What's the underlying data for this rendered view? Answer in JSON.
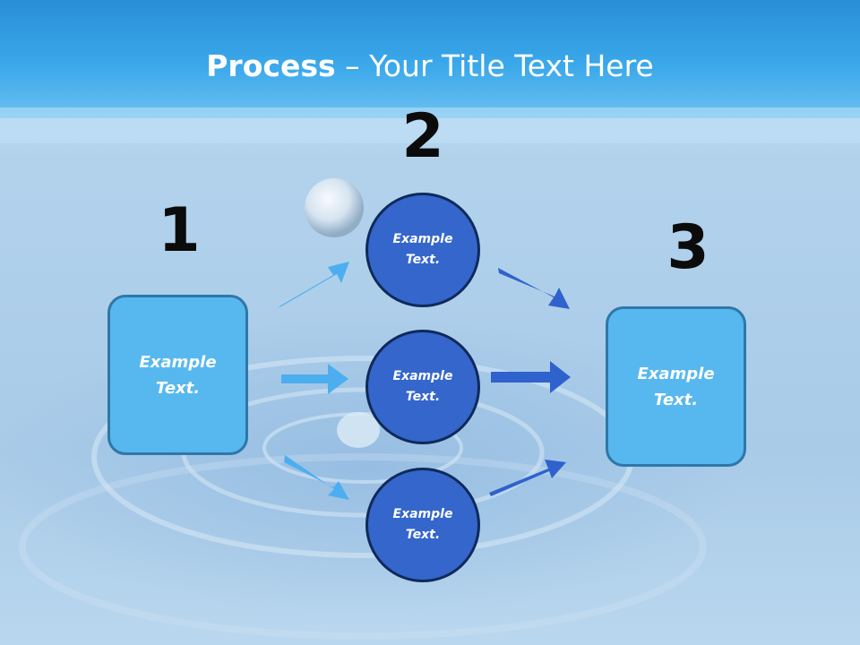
{
  "slide": {
    "title_bold": "Process",
    "title_rest": " – Your Title Text Here"
  },
  "steps": [
    {
      "number": "1",
      "label": "Example\nText."
    },
    {
      "number": "2",
      "label": "Example\nText."
    },
    {
      "number": "3",
      "label": "Example\nText."
    }
  ],
  "nodes": [
    {
      "label": "Example\nText."
    },
    {
      "label": "Example\nText."
    },
    {
      "label": "Example\nText."
    }
  ],
  "colors": {
    "left_arrow": "#4daeef",
    "right_arrow": "#2f62cc",
    "box_fill": "#57b8ef",
    "circle_fill": "#3466cc",
    "title_band": "#2a9ae0"
  }
}
